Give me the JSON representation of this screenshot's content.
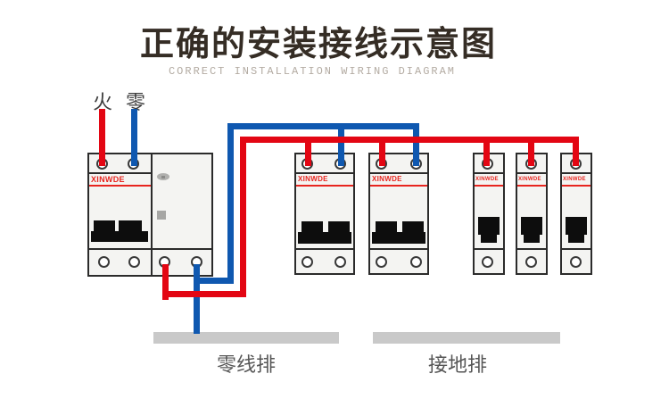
{
  "header": {
    "title": "正确的安装接线示意图",
    "subtitle": "CORRECT INSTALLATION WIRING DIAGRAM"
  },
  "wire_labels": {
    "live": "火",
    "neutral": "零"
  },
  "bus_bars": {
    "neutral_bar": "零线排",
    "ground_bar": "接地排"
  },
  "breakers": [
    {
      "id": "main-2p-rcd",
      "brand": "XINWDE",
      "poles": "2-pole with RCD module"
    },
    {
      "id": "branch-2p-1",
      "brand": "XINWDE",
      "poles": "2-pole"
    },
    {
      "id": "branch-2p-2",
      "brand": "XINWDE",
      "poles": "2-pole"
    },
    {
      "id": "branch-1p-1",
      "brand": "XINWDE",
      "poles": "1-pole"
    },
    {
      "id": "branch-1p-2",
      "brand": "XINWDE",
      "poles": "1-pole"
    },
    {
      "id": "branch-1p-3",
      "brand": "XINWDE",
      "poles": "1-pole"
    }
  ],
  "colors": {
    "live_wire_red": "#e30613",
    "neutral_wire_blue": "#0f58b0",
    "brand_red": "#e8251f",
    "bar_gray": "#c9c9c9",
    "title_color": "#352d25"
  }
}
